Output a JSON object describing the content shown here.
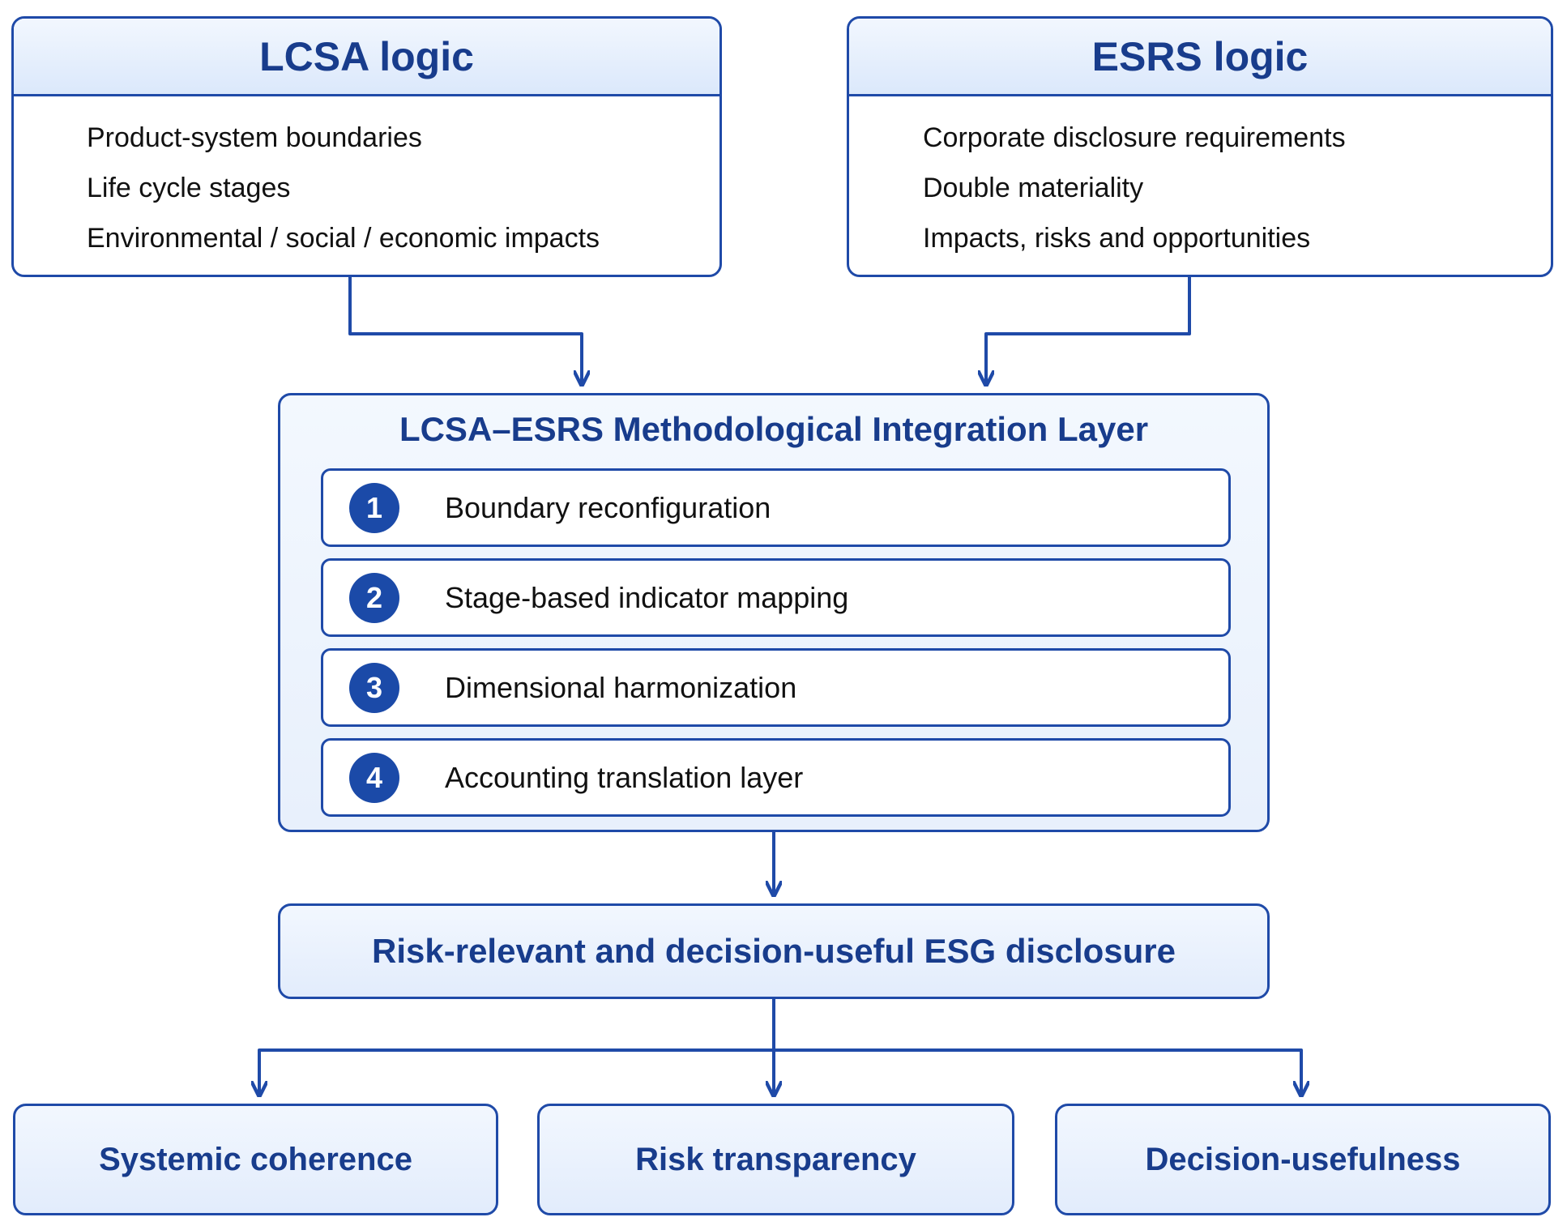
{
  "lcsa": {
    "title": "LCSA logic",
    "items": [
      "Product-system boundaries",
      "Life cycle stages",
      "Environmental / social / economic impacts"
    ]
  },
  "esrs": {
    "title": "ESRS logic",
    "items": [
      "Corporate disclosure requirements",
      "Double materiality",
      "Impacts, risks and opportunities"
    ]
  },
  "integration": {
    "title": "LCSA–ESRS Methodological Integration Layer",
    "steps": [
      {
        "number": "1",
        "label": "Boundary reconfiguration"
      },
      {
        "number": "2",
        "label": "Stage-based indicator mapping"
      },
      {
        "number": "3",
        "label": "Dimensional harmonization"
      },
      {
        "number": "4",
        "label": "Accounting translation layer"
      }
    ]
  },
  "disclosure": {
    "label": "Risk-relevant and decision-useful ESG disclosure"
  },
  "outcomes": [
    "Systemic coherence",
    "Risk transparency",
    "Decision-usefulness"
  ],
  "colors": {
    "accent": "#1f4aa8",
    "title_text": "#183c8c",
    "header_fill": "#dbe8fb"
  }
}
